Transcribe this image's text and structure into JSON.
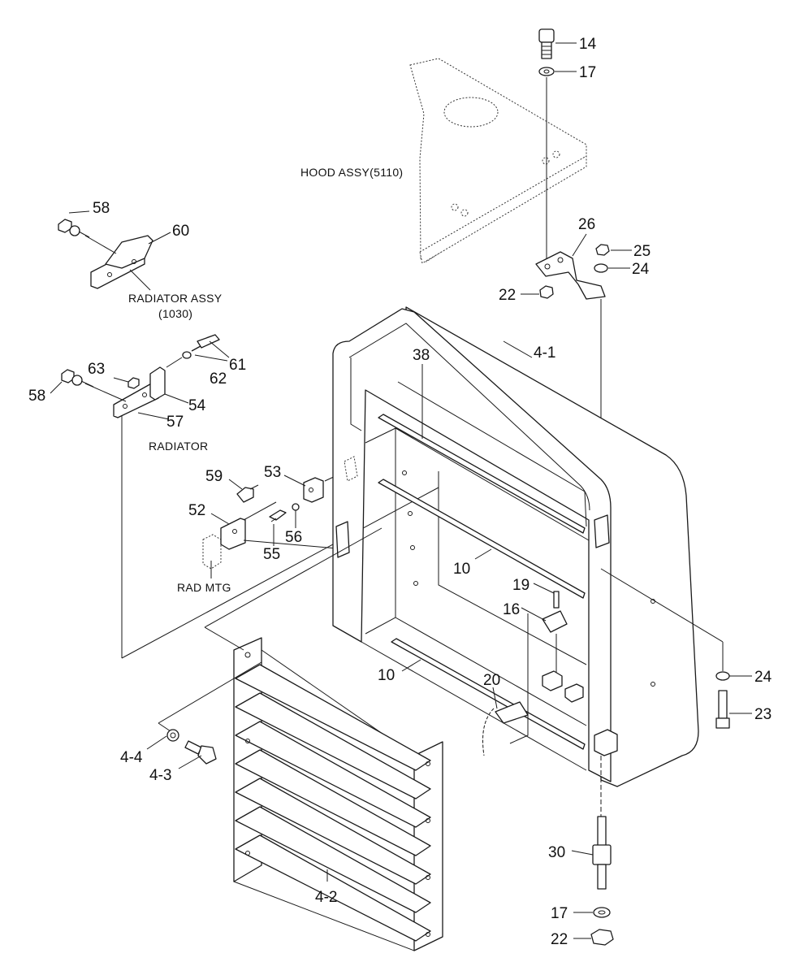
{
  "callouts": {
    "c14": "14",
    "c17a": "17",
    "c26": "26",
    "c25": "25",
    "c24a": "24",
    "c22a": "22",
    "c41": "4-1",
    "c38": "38",
    "c58a": "58",
    "c60": "60",
    "c61": "61",
    "c62": "62",
    "c63": "63",
    "c58b": "58",
    "c54": "54",
    "c57": "57",
    "c59": "59",
    "c53": "53",
    "c52": "52",
    "c55": "55",
    "c56": "56",
    "c10a": "10",
    "c19": "19",
    "c16": "16",
    "c10b": "10",
    "c20": "20",
    "c24b": "24",
    "c23": "23",
    "c44": "4-4",
    "c43": "4-3",
    "c42": "4-2",
    "c30": "30",
    "c17b": "17",
    "c22b": "22"
  },
  "notes": {
    "hood": "HOOD ASSY(5110)",
    "radiator_assy_1": "RADIATOR ASSY",
    "radiator_assy_2": "(1030)",
    "radiator": "RADIATOR",
    "rad_mtg": "RAD MTG"
  }
}
